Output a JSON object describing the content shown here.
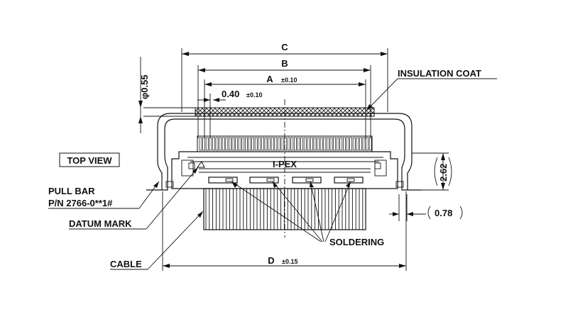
{
  "view_label": "TOP VIEW",
  "brand": "I-PEX",
  "callouts": {
    "insulation_coat": "INSULATION COAT",
    "pull_bar": "PULL BAR",
    "pull_bar_pn": "P/N 2766-0**1#",
    "datum_mark": "DATUM MARK",
    "cable": "CABLE",
    "soldering": "SOLDERING"
  },
  "dimensions": {
    "c": {
      "label": "C"
    },
    "b": {
      "label": "B"
    },
    "a": {
      "label": "A",
      "tolerance": "±0.10"
    },
    "pitch": {
      "label": "0.40",
      "tolerance": "±0.10"
    },
    "d": {
      "label": "D",
      "tolerance": "±0.15"
    },
    "diameter": {
      "label": "φ0.55"
    },
    "height": {
      "label": "2.62"
    },
    "offset": {
      "label": "0.78"
    }
  },
  "colors": {
    "line": "#111111",
    "background": "#ffffff"
  }
}
